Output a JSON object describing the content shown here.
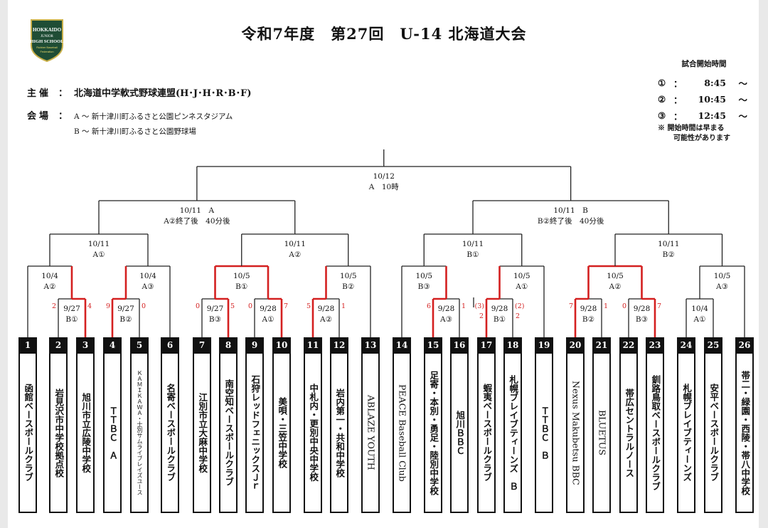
{
  "logo": {
    "text": [
      "HOKKAIDO",
      "JUNIOR",
      "HIGH SCHOOL",
      "Rubber Baseball",
      "Federation"
    ],
    "color": "#1f4d35",
    "accent": "#c9b04a"
  },
  "title": "令和7年度　第27回　U-14 北海道大会",
  "organizer": {
    "label": "主催",
    "colon": "：",
    "value": "北海道中学軟式野球連盟(H･J･H･R･B･F)"
  },
  "venue": {
    "label": "会場",
    "colon": "：",
    "lines": [
      "A ～ 新十津川町ふるさと公園ピンネスタジアム",
      "B ～ 新十津川町ふるさと公園野球場"
    ]
  },
  "start_times": {
    "heading": "試合開始時間",
    "rows": [
      {
        "slot": "①",
        "colon": "：",
        "time": "8:45",
        "tilde": "～"
      },
      {
        "slot": "②",
        "colon": "：",
        "time": "10:45",
        "tilde": "～"
      },
      {
        "slot": "③",
        "colon": "：",
        "time": "12:45",
        "tilde": "～"
      }
    ],
    "note": [
      "※ 開始時間は早まる",
      "可能性があります"
    ]
  },
  "colors": {
    "win_line": "#d42020",
    "score": "#d42020",
    "line": "#222222"
  },
  "teams": [
    {
      "no": "1",
      "name": "函館ベースボールクラブ"
    },
    {
      "no": "2",
      "name": "岩見沢市中学校拠点校"
    },
    {
      "no": "3",
      "name": "旭川市立広陵中学校"
    },
    {
      "no": "4",
      "name": "ＴＴＢＣ　Ａ"
    },
    {
      "no": "5",
      "name": "ＫＡＭＩＫＡＷＡ・士別サムライブレイズユース",
      "style": "small"
    },
    {
      "no": "6",
      "name": "名寄ベースボールクラブ"
    },
    {
      "no": "7",
      "name": "江別市立大麻中学校"
    },
    {
      "no": "8",
      "name": "南空知ベースボールクラブ"
    },
    {
      "no": "9",
      "name": "石狩レッドフェニックスＪｒ"
    },
    {
      "no": "10",
      "name": "美唄・三笠中学校"
    },
    {
      "no": "11",
      "name": "中札内・更別中央中学校"
    },
    {
      "no": "12",
      "name": "岩内第一・共和中学校"
    },
    {
      "no": "13",
      "name": "ABLAZE YOUTH",
      "style": "latin"
    },
    {
      "no": "14",
      "name": "PEACE Baseball Club",
      "style": "latin"
    },
    {
      "no": "15",
      "name": "足寄・本別・勇足・陸別中学校"
    },
    {
      "no": "16",
      "name": "旭川ＢＢＣ"
    },
    {
      "no": "17",
      "name": "蝦夷ベースボールクラブ"
    },
    {
      "no": "18",
      "name": "札幌ブレイブティーンズ　Ｂ"
    },
    {
      "no": "19",
      "name": "ＴＴＢＣ　Ｂ"
    },
    {
      "no": "20",
      "name": "Nexus  Makubetsu  BBC",
      "style": "latin"
    },
    {
      "no": "21",
      "name": "BLUETUS",
      "style": "latin"
    },
    {
      "no": "22",
      "name": "帯広セントラルノース"
    },
    {
      "no": "23",
      "name": "釧路鳥取ベースボールクラブ"
    },
    {
      "no": "24",
      "name": "札幌ブレイブティーンズ"
    },
    {
      "no": "25",
      "name": "安平ベースボールクラブ"
    },
    {
      "no": "26",
      "name": "帯二・緑園・西陵・帯八中学校"
    }
  ],
  "matches": [
    {
      "id": "m1",
      "round": 1,
      "date": "9/27",
      "court": "B①",
      "children": [
        "t2",
        "t3"
      ],
      "scores": [
        "2",
        "4"
      ],
      "winner": 1
    },
    {
      "id": "m2",
      "round": 1,
      "date": "9/27",
      "court": "B②",
      "children": [
        "t4",
        "t5"
      ],
      "scores": [
        "9",
        "0"
      ],
      "winner": 0
    },
    {
      "id": "m3",
      "round": 1,
      "date": "9/27",
      "court": "B③",
      "children": [
        "t7",
        "t8"
      ],
      "scores": [
        "0",
        "5"
      ],
      "winner": 1
    },
    {
      "id": "m4",
      "round": 1,
      "date": "9/28",
      "court": "A①",
      "children": [
        "t9",
        "t10"
      ],
      "scores": [
        "0",
        "7"
      ],
      "winner": 1
    },
    {
      "id": "m5",
      "round": 1,
      "date": "9/28",
      "court": "A②",
      "children": [
        "t11",
        "t12"
      ],
      "scores": [
        "5",
        "1"
      ],
      "winner": 0
    },
    {
      "id": "m6",
      "round": 1,
      "date": "9/28",
      "court": "A③",
      "children": [
        "t15",
        "t16"
      ],
      "scores": [
        "6",
        "1"
      ],
      "winner": 0
    },
    {
      "id": "m7",
      "round": 1,
      "date": "9/28",
      "court": "B①",
      "children": [
        "t17",
        "t18"
      ],
      "scores": [
        "(3)",
        "(2)"
      ],
      "sub_scores": [
        "2",
        "2"
      ],
      "winner": 0
    },
    {
      "id": "m8",
      "round": 1,
      "date": "9/28",
      "court": "B②",
      "children": [
        "t20",
        "t21"
      ],
      "scores": [
        "7",
        "1"
      ],
      "winner": 0
    },
    {
      "id": "m9",
      "round": 1,
      "date": "9/28",
      "court": "B③",
      "children": [
        "t22",
        "t23"
      ],
      "scores": [
        "0",
        "7"
      ],
      "winner": 1
    },
    {
      "id": "m10",
      "round": 1,
      "date": "10/4",
      "court": "A①",
      "children": [
        "t24",
        "t25"
      ]
    },
    {
      "id": "m11",
      "round": 2,
      "date": "10/4",
      "court": "A②",
      "children": [
        "t1",
        "m1"
      ]
    },
    {
      "id": "m12",
      "round": 2,
      "date": "10/4",
      "court": "A③",
      "children": [
        "m2",
        "t6"
      ]
    },
    {
      "id": "m13",
      "round": 2,
      "date": "10/5",
      "court": "B①",
      "children": [
        "m3",
        "m4"
      ]
    },
    {
      "id": "m14",
      "round": 2,
      "date": "10/5",
      "court": "B②",
      "children": [
        "m5",
        "t13"
      ]
    },
    {
      "id": "m15",
      "round": 2,
      "date": "10/5",
      "court": "B③",
      "children": [
        "t14",
        "m6"
      ]
    },
    {
      "id": "m16",
      "round": 2,
      "date": "10/5",
      "court": "A①",
      "children": [
        "m7",
        "t19"
      ]
    },
    {
      "id": "m17",
      "round": 2,
      "date": "10/5",
      "court": "A②",
      "children": [
        "m8",
        "m9"
      ]
    },
    {
      "id": "m18",
      "round": 2,
      "date": "10/5",
      "court": "A③",
      "children": [
        "m10",
        "t26"
      ]
    },
    {
      "id": "m19",
      "round": 3,
      "date": "10/11",
      "court": "A①",
      "children": [
        "m11",
        "m12"
      ]
    },
    {
      "id": "m20",
      "round": 3,
      "date": "10/11",
      "court": "A②",
      "children": [
        "m13",
        "m14"
      ]
    },
    {
      "id": "m21",
      "round": 3,
      "date": "10/11",
      "court": "B①",
      "children": [
        "m15",
        "m16"
      ]
    },
    {
      "id": "m22",
      "round": 3,
      "date": "10/11",
      "court": "B②",
      "children": [
        "m17",
        "m18"
      ]
    },
    {
      "id": "m23",
      "round": 4,
      "date": "10/11　A",
      "court": "A②終了後　40分後",
      "children": [
        "m19",
        "m20"
      ]
    },
    {
      "id": "m24",
      "round": 4,
      "date": "10/11　B",
      "court": "B②終了後　40分後",
      "children": [
        "m21",
        "m22"
      ]
    },
    {
      "id": "m25",
      "round": 5,
      "date": "10/12",
      "court": "A　10時",
      "children": [
        "m23",
        "m24"
      ]
    }
  ]
}
